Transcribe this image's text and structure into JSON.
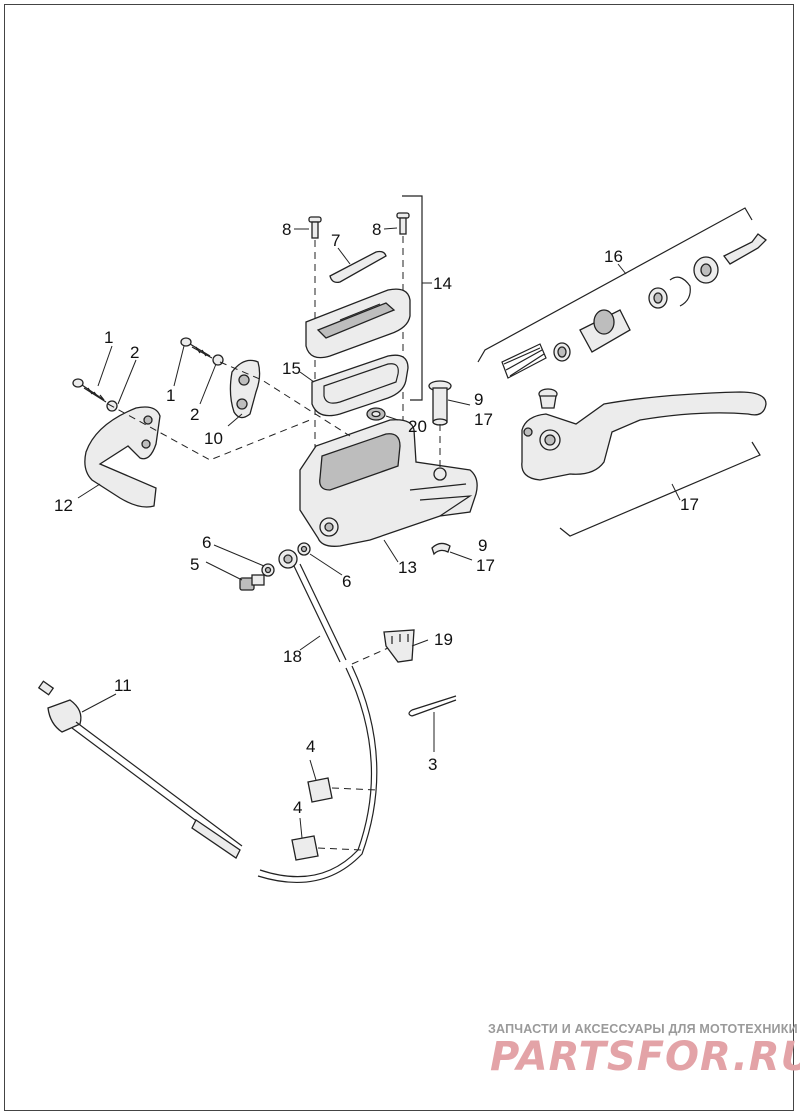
{
  "labels": {
    "l1a": "1",
    "l1b": "1",
    "l2a": "2",
    "l2b": "2",
    "l3": "3",
    "l4a": "4",
    "l4b": "4",
    "l5": "5",
    "l6a": "6",
    "l6b": "6",
    "l7": "7",
    "l8a": "8",
    "l8b": "8",
    "l9a": "9",
    "l9b": "9",
    "l10": "10",
    "l11": "11",
    "l12": "12",
    "l13": "13",
    "l14": "14",
    "l15": "15",
    "l16": "16",
    "l17a": "17",
    "l17b": "17",
    "l17c": "17",
    "l18": "18",
    "l19": "19",
    "l20": "20"
  },
  "watermark": {
    "text": "ЗАПЧАСТИ И АКСЕССУАРЫ ДЛЯ МОТОТЕХНИКИ",
    "logo": "PARTSFOR.RU"
  },
  "colors": {
    "stroke": "#222222",
    "part_fill": "#ececec",
    "logo": "#e3a3a7"
  }
}
